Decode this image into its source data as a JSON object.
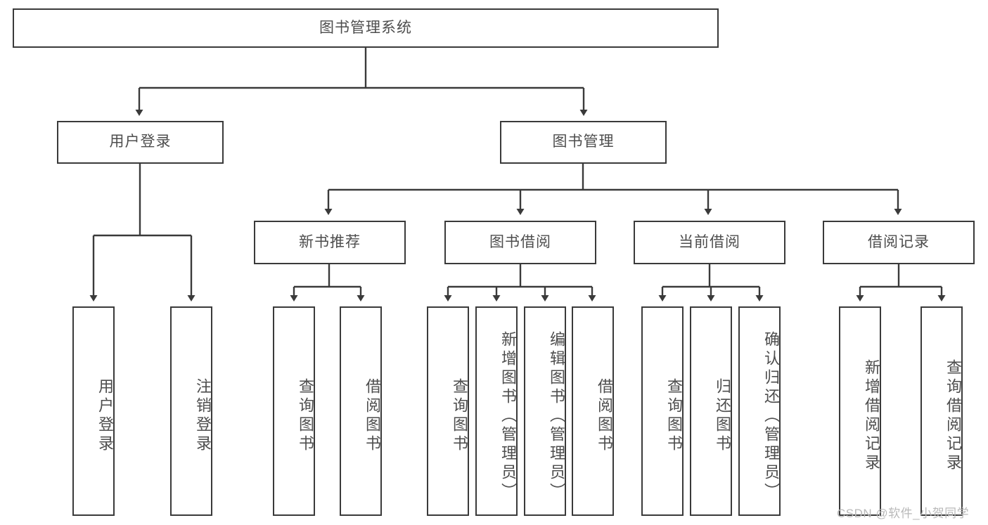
{
  "diagram": {
    "title": "图书管理系统",
    "type": "tree-hierarchy-diagram",
    "colors": {
      "box_stroke": "#3a3a3a",
      "box_fill": "#ffffff",
      "text": "#4d4d4d",
      "edge": "#3a3a3a",
      "watermark": "#b9b9b9"
    },
    "levels": {
      "root": {
        "label": "图书管理系统"
      },
      "level2": [
        {
          "label": "用户登录"
        },
        {
          "label": "图书管理"
        }
      ],
      "level3": [
        {
          "label": "新书推荐"
        },
        {
          "label": "图书借阅"
        },
        {
          "label": "当前借阅"
        },
        {
          "label": "借阅记录"
        }
      ],
      "leaves": {
        "user_login": [
          {
            "label": "用户登录"
          },
          {
            "label": "注销登录"
          }
        ],
        "new_book_recommend": [
          {
            "label": "查询图书"
          },
          {
            "label": "借阅图书"
          }
        ],
        "book_borrow": [
          {
            "label": "查询图书"
          },
          {
            "label": "新增图书（管理员）"
          },
          {
            "label": "编辑图书（管理员）"
          },
          {
            "label": "借阅图书"
          }
        ],
        "current_borrow": [
          {
            "label": "查询图书"
          },
          {
            "label": "归还图书"
          },
          {
            "label": "确认归还（管理员）"
          }
        ],
        "borrow_record": [
          {
            "label": "新增借阅记录"
          },
          {
            "label": "查询借阅记录"
          }
        ]
      }
    }
  },
  "watermark": {
    "text": "CSDN @软件_小贺同学"
  }
}
